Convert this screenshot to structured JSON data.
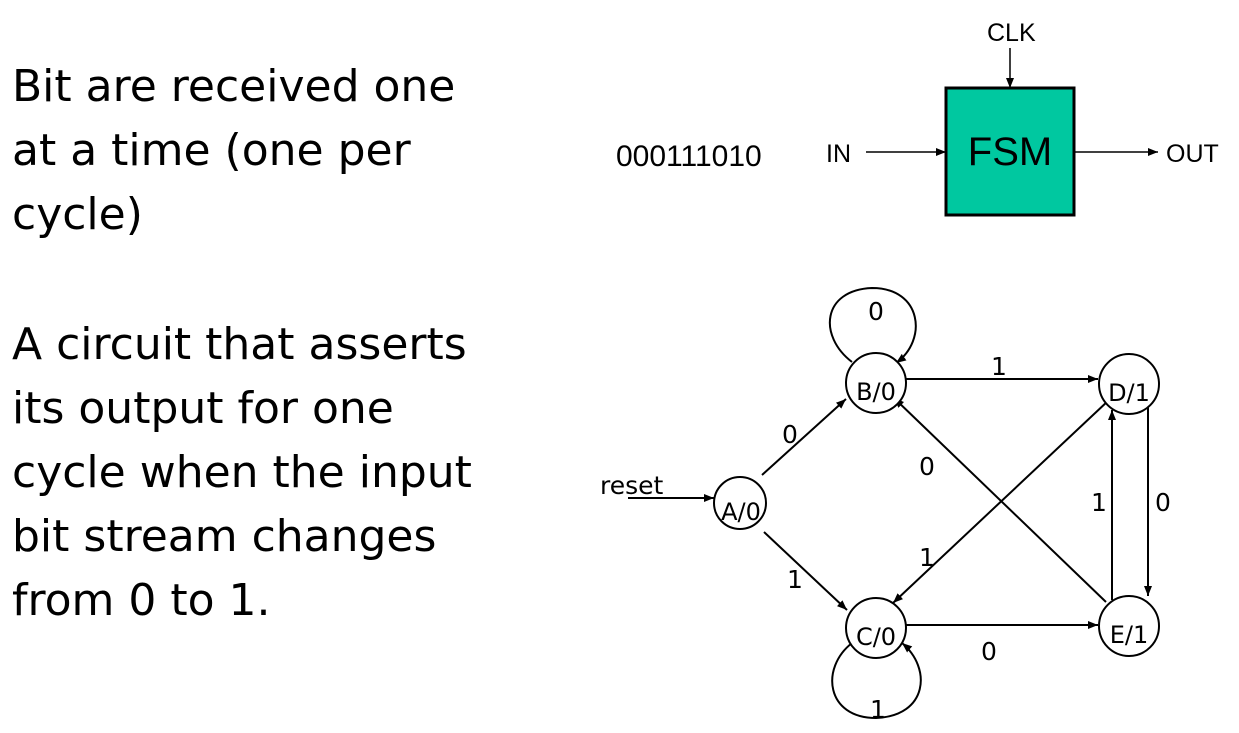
{
  "paragraphs": [
    {
      "lines": [
        "Bit are received one",
        "at a time (one per",
        "cycle)"
      ]
    },
    {
      "lines": [
        "A circuit that asserts",
        "its output for one",
        "cycle when the input",
        "bit stream changes",
        "from 0 to 1."
      ]
    }
  ],
  "block_diagram": {
    "bitstream": "000111010",
    "in_label": "IN",
    "clk_label": "CLK",
    "fsm_label": "FSM",
    "out_label": "OUT",
    "fsm_fill_color": "#00c8a0"
  },
  "state_diagram": {
    "reset_label": "reset",
    "states": [
      {
        "id": "A",
        "label": "A/0"
      },
      {
        "id": "B",
        "label": "B/0"
      },
      {
        "id": "C",
        "label": "C/0"
      },
      {
        "id": "D",
        "label": "D/1"
      },
      {
        "id": "E",
        "label": "E/1"
      }
    ],
    "transitions": [
      {
        "from": "A",
        "to": "B",
        "input": "0"
      },
      {
        "from": "A",
        "to": "C",
        "input": "1"
      },
      {
        "from": "B",
        "to": "B",
        "input": "0"
      },
      {
        "from": "B",
        "to": "D",
        "input": "1"
      },
      {
        "from": "C",
        "to": "C",
        "input": "1"
      },
      {
        "from": "C",
        "to": "E",
        "input": "0"
      },
      {
        "from": "D",
        "to": "C",
        "input": "1"
      },
      {
        "from": "D",
        "to": "E",
        "input": "0"
      },
      {
        "from": "E",
        "to": "D",
        "input": "1"
      },
      {
        "from": "E",
        "to": "B",
        "input": "0"
      }
    ]
  }
}
